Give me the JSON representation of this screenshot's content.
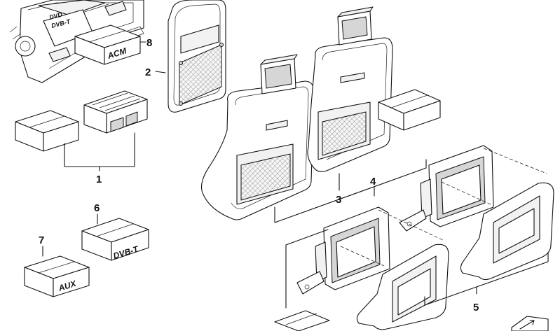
{
  "part_numbers": {
    "p1": "1",
    "p2": "2",
    "p3": "3",
    "p4": "4",
    "p5": "5",
    "p6": "6",
    "p7": "7",
    "p8": "8"
  },
  "box_labels": {
    "acm": "ACM",
    "dvbt": "DVB-T",
    "aux": "AUX"
  },
  "unit_labels": {
    "dvd": "DVD",
    "dvbt": "DVB-T"
  }
}
